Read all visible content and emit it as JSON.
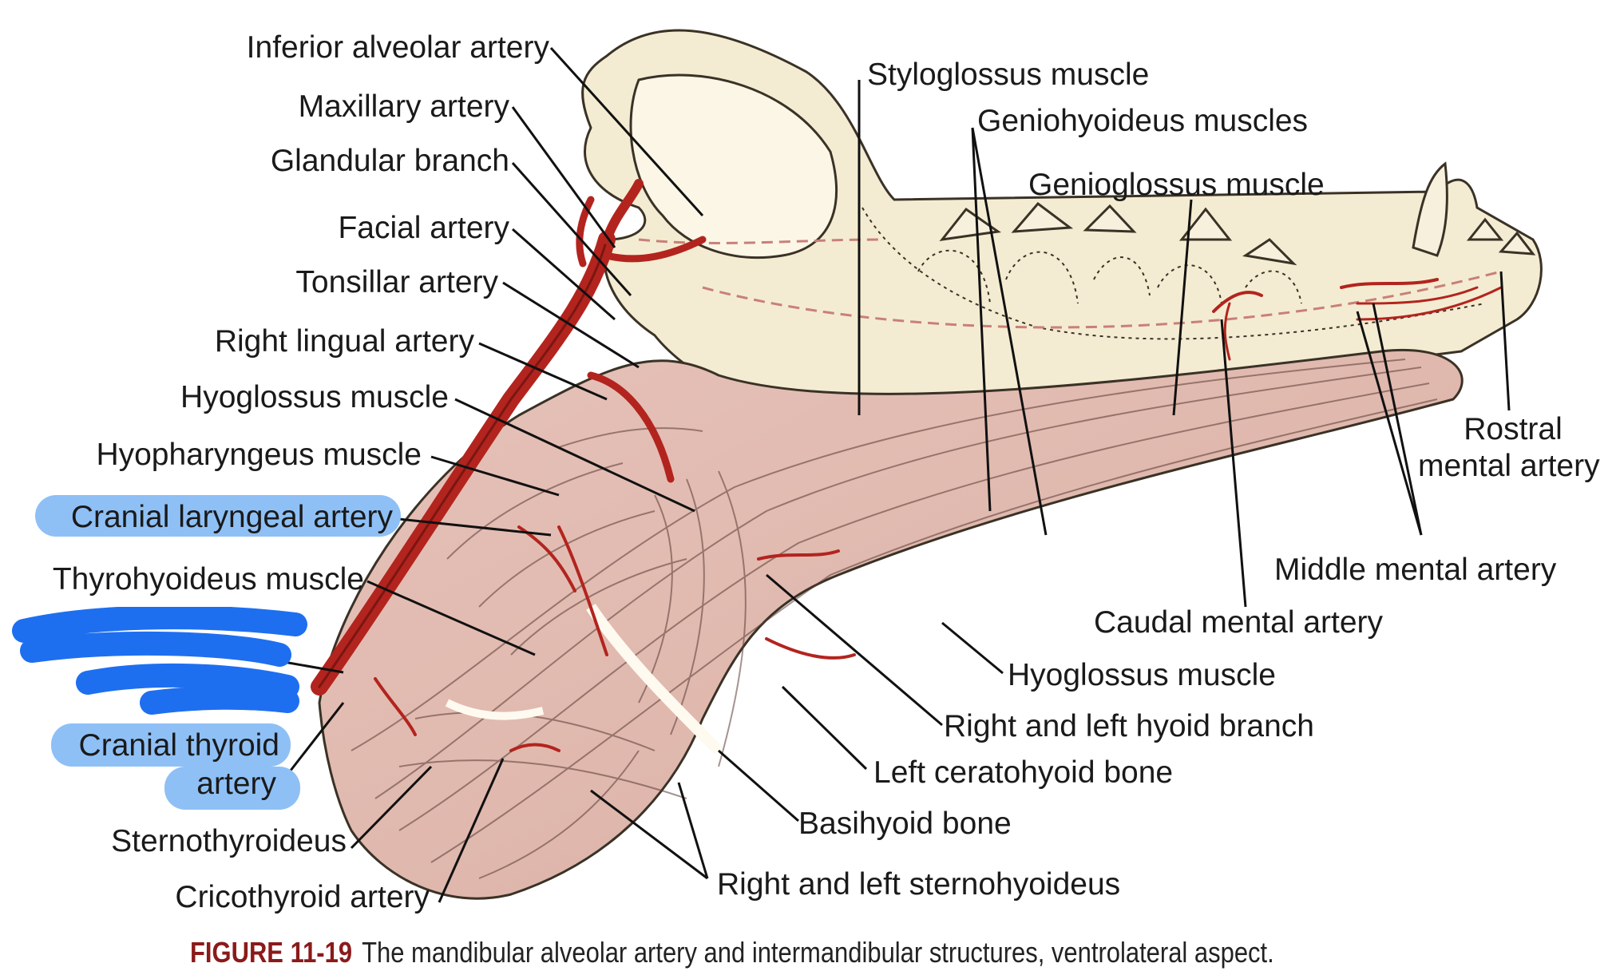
{
  "figure": {
    "number": "FIGURE 11-19",
    "caption": "The mandibular alveolar artery and intermandibular structures, ventrolateral aspect."
  },
  "labels_left": [
    "Inferior alveolar artery",
    "Maxillary artery",
    "Glandular branch",
    "Facial artery",
    "Tonsillar artery",
    "Right lingual artery",
    "Hyoglossus muscle",
    "Hyopharyngeus muscle",
    "Cranial laryngeal artery",
    "Thyrohyoideus muscle",
    "Cranial thyroid",
    "artery",
    "Sternothyroideus",
    "Cricothyroid artery"
  ],
  "labels_right": [
    "Styloglossus muscle",
    "Geniohyoideus muscles",
    "Genioglossus muscle",
    "Rostral",
    "mental artery",
    "Middle mental artery",
    "Caudal mental artery",
    "Hyoglossus muscle",
    "Right and left hyoid branch",
    "Left ceratohyoid bone",
    "Basihyoid bone",
    "Right and left sternohyoideus"
  ],
  "colors": {
    "highlight": "#8ec0f6",
    "redaction": "#1e6ff0",
    "artery": "#b3241e",
    "bone": "#f3ead0",
    "muscle": "#e8c8c0",
    "caption_figure": "#8b1a1a"
  }
}
